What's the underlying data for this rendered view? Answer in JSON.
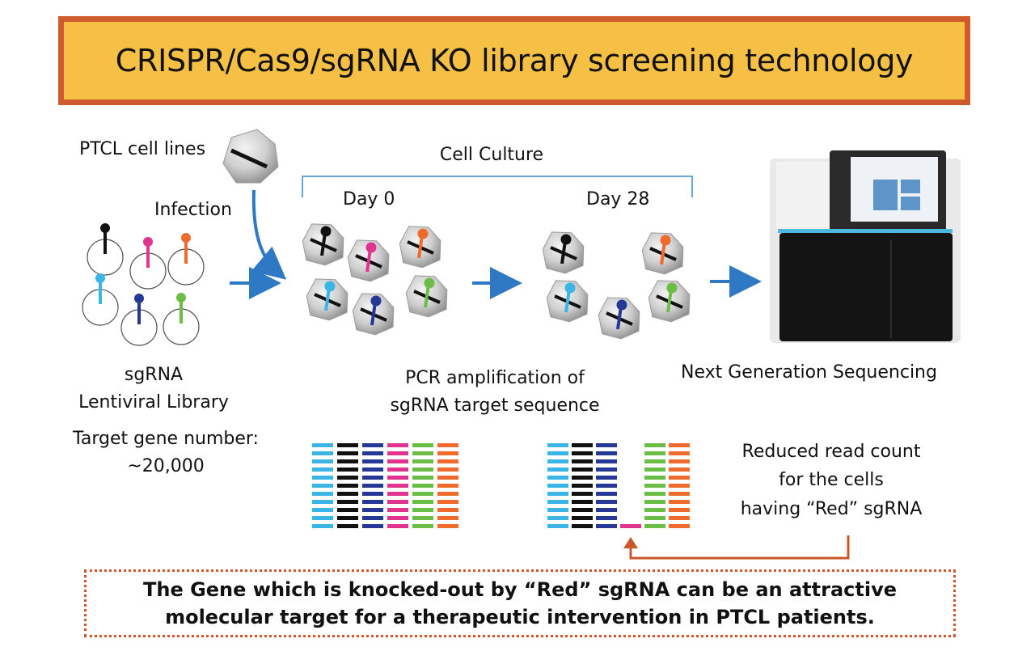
{
  "title": "CRISPR/Cas9/sgRNA KO library screening technology",
  "labels": {
    "ptcl": "PTCL cell lines",
    "infection": "Infection",
    "cell_culture": "Cell Culture",
    "day0": "Day 0",
    "day28": "Day 28",
    "library_line1": "sgRNA",
    "library_line2": "Lentiviral Library",
    "target_line1": "Target gene number:",
    "target_line2": "~20,000",
    "pcr_line1": "PCR amplification of",
    "pcr_line2": "sgRNA target sequence",
    "ngs": "Next Generation Sequencing",
    "reduced_line1": "Reduced read count",
    "reduced_line2": "for the cells",
    "reduced_line3": "having “Red” sgRNA"
  },
  "conclusion": {
    "line1": "The Gene which is knocked-out by “Red” sgRNA can be an attractive",
    "line2": "molecular target for a therapeutic intervention in PTCL patients."
  },
  "colors": {
    "title_bg": "#f5c043",
    "title_border": "#cf5a2c",
    "arrow": "#2f78c4",
    "feedback_arrow": "#c8572b",
    "sgrna": [
      "#111111",
      "#e0348f",
      "#ef6b2d",
      "#3bb5e5",
      "#263896",
      "#6cbd45"
    ]
  },
  "read_counts_day0": [
    11,
    11,
    11,
    11,
    11,
    11
  ],
  "read_counts_day28": [
    11,
    11,
    11,
    1,
    11,
    11
  ]
}
